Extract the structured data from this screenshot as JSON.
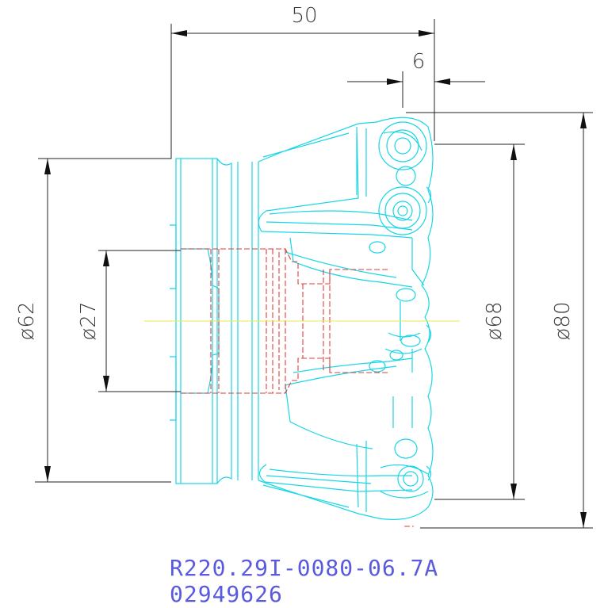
{
  "drawing": {
    "dimensions": {
      "length": "50",
      "insert_offset": "6",
      "shank_diameter": "ø62",
      "bore_diameter": "ø27",
      "inner_cut_diameter": "ø68",
      "cutting_diameter": "ø80"
    },
    "colors": {
      "outline": "#17d6e6",
      "hidden_lines": "#e23b3b",
      "centerline": "#e8e84a",
      "dimension_lines": "#202020",
      "caption": "#5a5adf"
    }
  },
  "caption": {
    "part_code": "R220.29I-0080-06.7A",
    "item_number": "02949626"
  }
}
